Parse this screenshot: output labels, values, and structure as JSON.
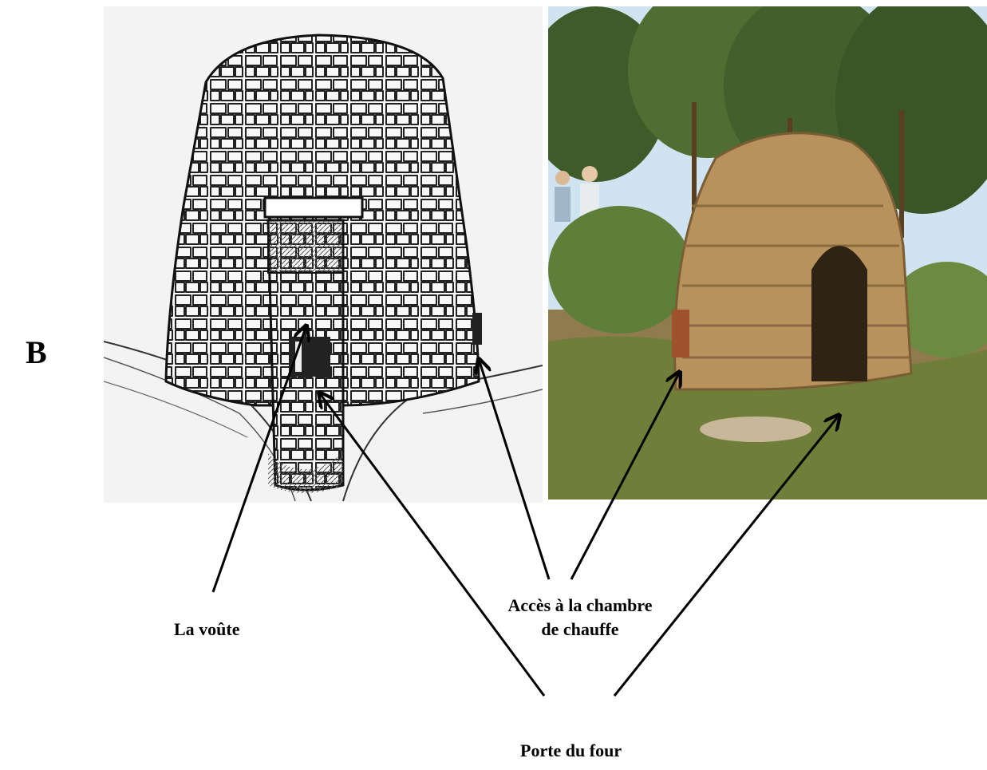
{
  "figure": {
    "panel_letter": "B",
    "labels": {
      "vault": "La voûte",
      "heating_chamber_access_line1": "Accès à la chambre",
      "heating_chamber_access_line2": "de chauffe",
      "oven_door": "Porte du four"
    },
    "images": {
      "left": "pencil-sketch-dry-stone-kiln",
      "right": "photo-dry-stone-kiln-ruin"
    },
    "colors": {
      "arrow": "#000000",
      "sketch_bg": "#f3f3f3",
      "stone_ochre": "#b8925c",
      "foliage": "#4f6f32",
      "sky": "#cfe3f1"
    }
  }
}
